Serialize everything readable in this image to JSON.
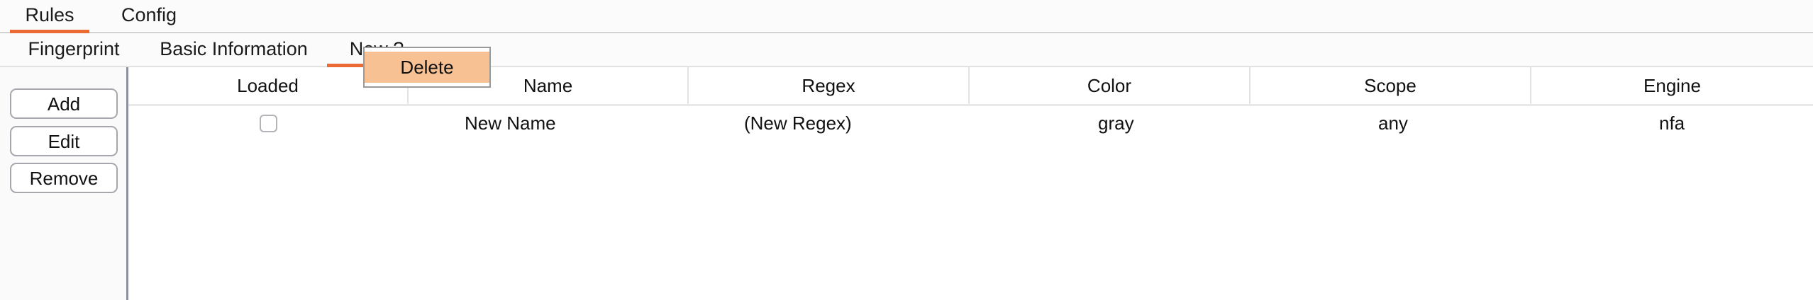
{
  "top_tabs": {
    "items": [
      {
        "label": "Rules",
        "active": true
      },
      {
        "label": "Config",
        "active": false
      }
    ]
  },
  "sub_tabs": {
    "items": [
      {
        "label": "Fingerprint",
        "active": false
      },
      {
        "label": "Basic Information",
        "active": false
      },
      {
        "label": "New ?",
        "active": true
      }
    ]
  },
  "side_buttons": {
    "add": "Add",
    "edit": "Edit",
    "remove": "Remove"
  },
  "context_menu": {
    "items": [
      {
        "label": "Delete",
        "highlighted": true
      }
    ]
  },
  "table": {
    "columns": [
      "Loaded",
      "Name",
      "Regex",
      "Color",
      "Scope",
      "Engine"
    ],
    "rows": [
      {
        "loaded": "",
        "loaded_checked": false,
        "name": "New Name",
        "regex": "(New Regex)",
        "color": "gray",
        "scope": "any",
        "engine": "nfa"
      }
    ]
  },
  "colors": {
    "accent": "#ec6a33",
    "menu_highlight": "#f8c194",
    "table_border": "#8c8f9c",
    "header_divider": "#e3e3e6"
  }
}
